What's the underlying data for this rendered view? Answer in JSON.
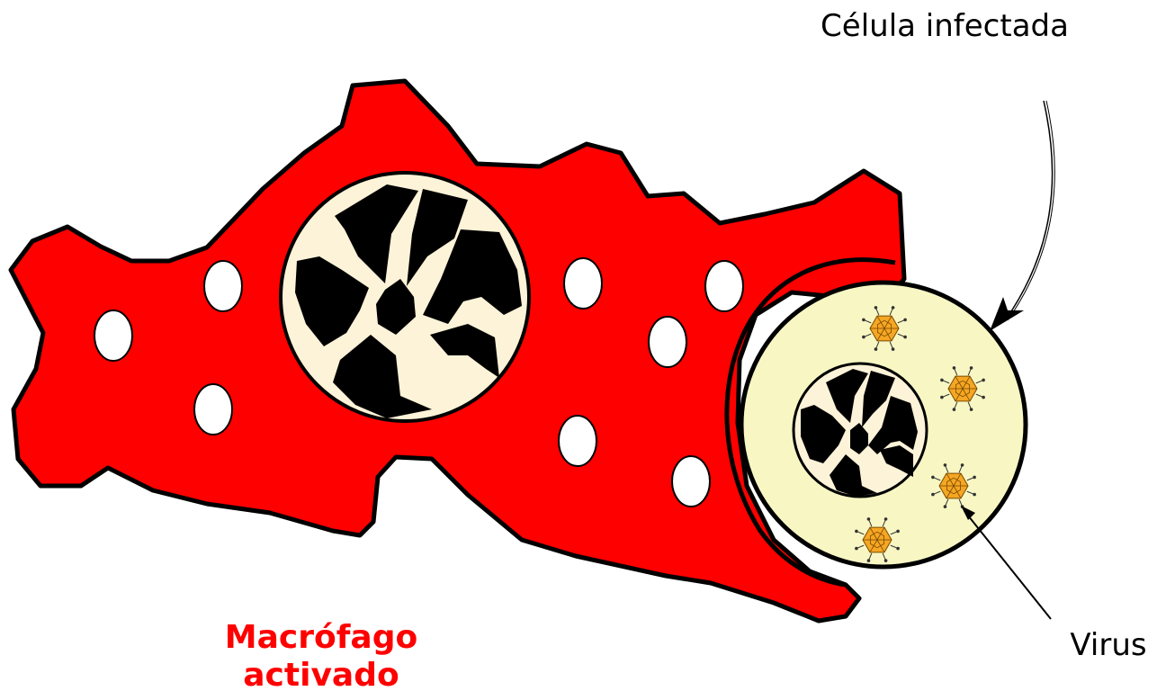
{
  "labels": {
    "infected_cell": "Célula infectada",
    "virus": "Virus",
    "macrophage_line1": "Macrófago",
    "macrophage_line2": "activado"
  },
  "colors": {
    "macrophage_fill": "#ff0000",
    "outline": "#000000",
    "nucleus_fill": "#fdf3d8",
    "chromatin": "#000000",
    "infected_cell_fill": "#f8f7c4",
    "virus_fill": "#f5a623",
    "label_red": "#ff0000"
  }
}
